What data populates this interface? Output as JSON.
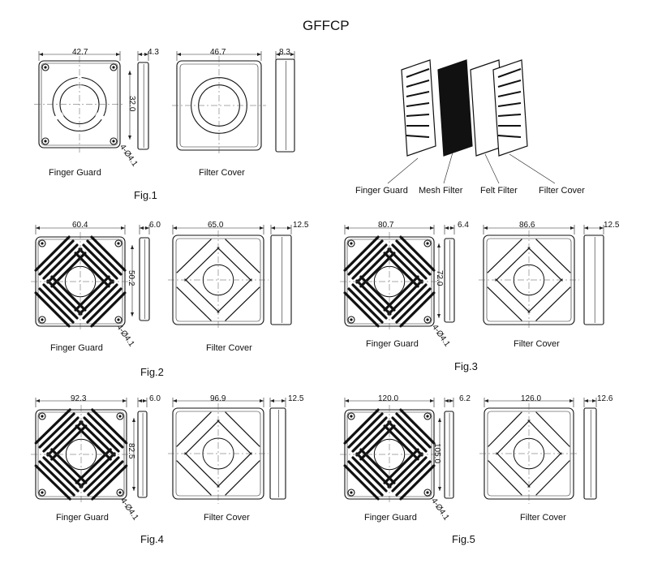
{
  "title": "GFFCP",
  "labels": {
    "finger_guard": "Finger Guard",
    "filter_cover": "Filter Cover",
    "mesh_filter": "Mesh Filter",
    "felt_filter": "Felt Filter"
  },
  "figures": [
    {
      "caption": "Fig.1",
      "guard_w": "42.7",
      "guard_d": "4.3",
      "hole_pitch": "32.0",
      "holes": "4-Ø4.1",
      "cover_w": "46.7",
      "cover_d": "8.3"
    },
    {
      "caption": "Fig.2",
      "guard_w": "60.4",
      "guard_d": "6.0",
      "hole_pitch": "50.2",
      "holes": "4-Ø4.1",
      "cover_w": "65.0",
      "cover_d": "12.5"
    },
    {
      "caption": "Fig.3",
      "guard_w": "80.7",
      "guard_d": "6.4",
      "hole_pitch": "72.0",
      "holes": "4-Ø4.1",
      "cover_w": "86.6",
      "cover_d": "12.5"
    },
    {
      "caption": "Fig.4",
      "guard_w": "92.3",
      "guard_d": "6.0",
      "hole_pitch": "82.5",
      "holes": "4-Ø4.1",
      "cover_w": "96.9",
      "cover_d": "12.5"
    },
    {
      "caption": "Fig.5",
      "guard_w": "120.0",
      "guard_d": "6.2",
      "hole_pitch": "105.0",
      "holes": "4-Ø4.1",
      "cover_w": "126.0",
      "cover_d": "12.6"
    }
  ]
}
